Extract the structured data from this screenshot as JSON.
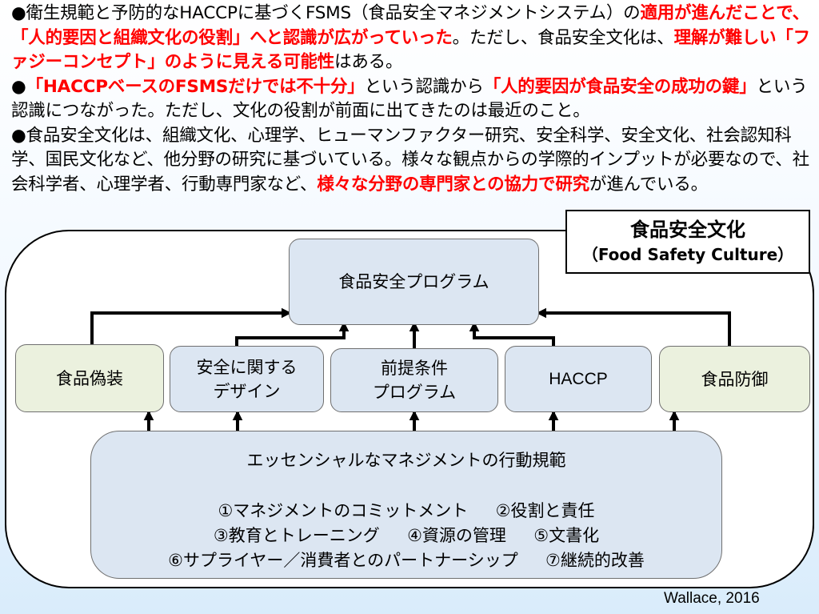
{
  "bullets": [
    [
      {
        "t": "●衛生規範と予防的なHACCPに基づくFSMS（食品安全マネジメントシステム）の",
        "red": false
      },
      {
        "t": "適用が進んだことで、「人的要因と組織文化の役割」へと認識が広がっていった",
        "red": true
      },
      {
        "t": "。ただし、食品安全文化は、",
        "red": false
      },
      {
        "t": "理解が難しい「ファジーコンセプト」のように見える可能性",
        "red": true
      },
      {
        "t": "はある。",
        "red": false
      }
    ],
    [
      {
        "t": "●",
        "red": false
      },
      {
        "t": "「HACCPベースのFSMSだけでは不十分」",
        "red": true
      },
      {
        "t": "という認識から",
        "red": false
      },
      {
        "t": "「人的要因が食品安全の成功の鍵」",
        "red": true
      },
      {
        "t": "という認識につながった。ただし、文化の役割が前面に出てきたのは最近のこと。",
        "red": false
      }
    ],
    [
      {
        "t": "●食品安全文化は、組織文化、心理学、ヒューマンファクター研究、安全科学、安全文化、社会認知科学、国民文化など、他分野の研究に基づいている。様々な観点からの学際的インプットが必要なので、社会科学者、心理学者、行動専門家など、",
        "red": false
      },
      {
        "t": "様々な分野の専門家との協力で研究",
        "red": true
      },
      {
        "t": "が進んでいる。",
        "red": false
      }
    ]
  ],
  "diagram": {
    "title": "食品安全文化",
    "subtitle": "（Food Safety Culture）",
    "program": "食品安全プログラム",
    "food_fraud": "食品偽装",
    "safety_design": "安全に関する\nデザイン",
    "prerequisite": "前提条件\nプログラム",
    "haccp": "HACCP",
    "food_defense": "食品防御",
    "essential": {
      "title": "エッセンシャルなマネジメントの行動規範",
      "lines": [
        "①マネジメントのコミットメント　  ②役割と責任",
        "③教育とトレーニング　  ④資源の管理　  ⑤文書化",
        "⑥サプライヤー／消費者とのパートナーシップ　  ⑦継続的改善"
      ]
    }
  },
  "citation": "Wallace, 2016"
}
